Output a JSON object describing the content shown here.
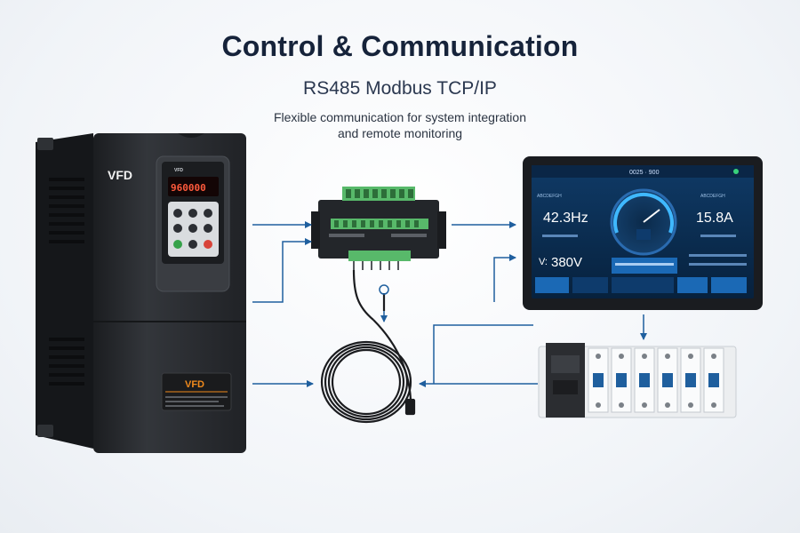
{
  "header": {
    "title": "Control & Communication",
    "subtitle": "RS485 Modbus TCP/IP",
    "description_line1": "Flexible communication for system integration",
    "description_line2": "and remote monitoring"
  },
  "vfd": {
    "label_top": "VFD",
    "display_value": "960000",
    "label_plate": "VFD"
  },
  "hmi": {
    "frequency": "42.3Hz",
    "current": "15.8A",
    "voltage_prefix": "V:",
    "voltage": "380V"
  },
  "colors": {
    "arrow": "#1f5f9e",
    "drive_body": "#2a2d31",
    "screen_bg": "#0b2a4a",
    "terminal_green": "#58b96a"
  }
}
